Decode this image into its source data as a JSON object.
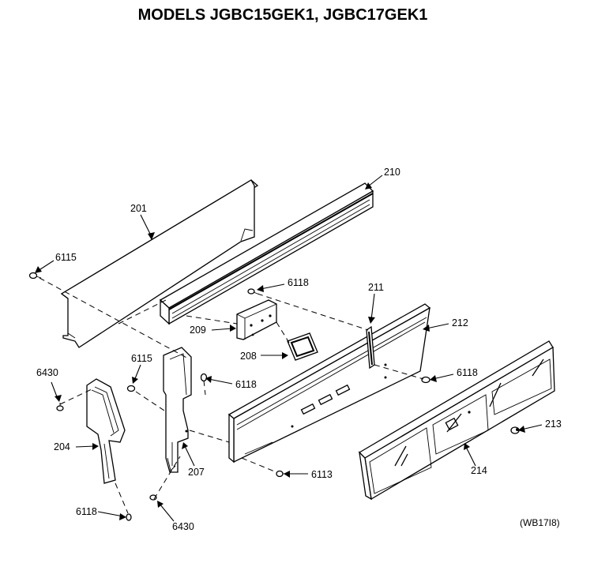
{
  "title": "MODELS JGBC15GEK1, JGBC17GEK1",
  "reference": "(WB17I8)",
  "callouts": {
    "p201": "201",
    "p210": "210",
    "p6115a": "6115",
    "p6118a": "6118",
    "p211": "211",
    "p212": "212",
    "p209": "209",
    "p208": "208",
    "p6430a": "6430",
    "p6115b": "6115",
    "p6118b": "6118",
    "p6118c": "6118",
    "p213": "213",
    "p204": "204",
    "p207": "207",
    "p6113": "6113",
    "p214": "214",
    "p6118d": "6118",
    "p6430b": "6430"
  }
}
